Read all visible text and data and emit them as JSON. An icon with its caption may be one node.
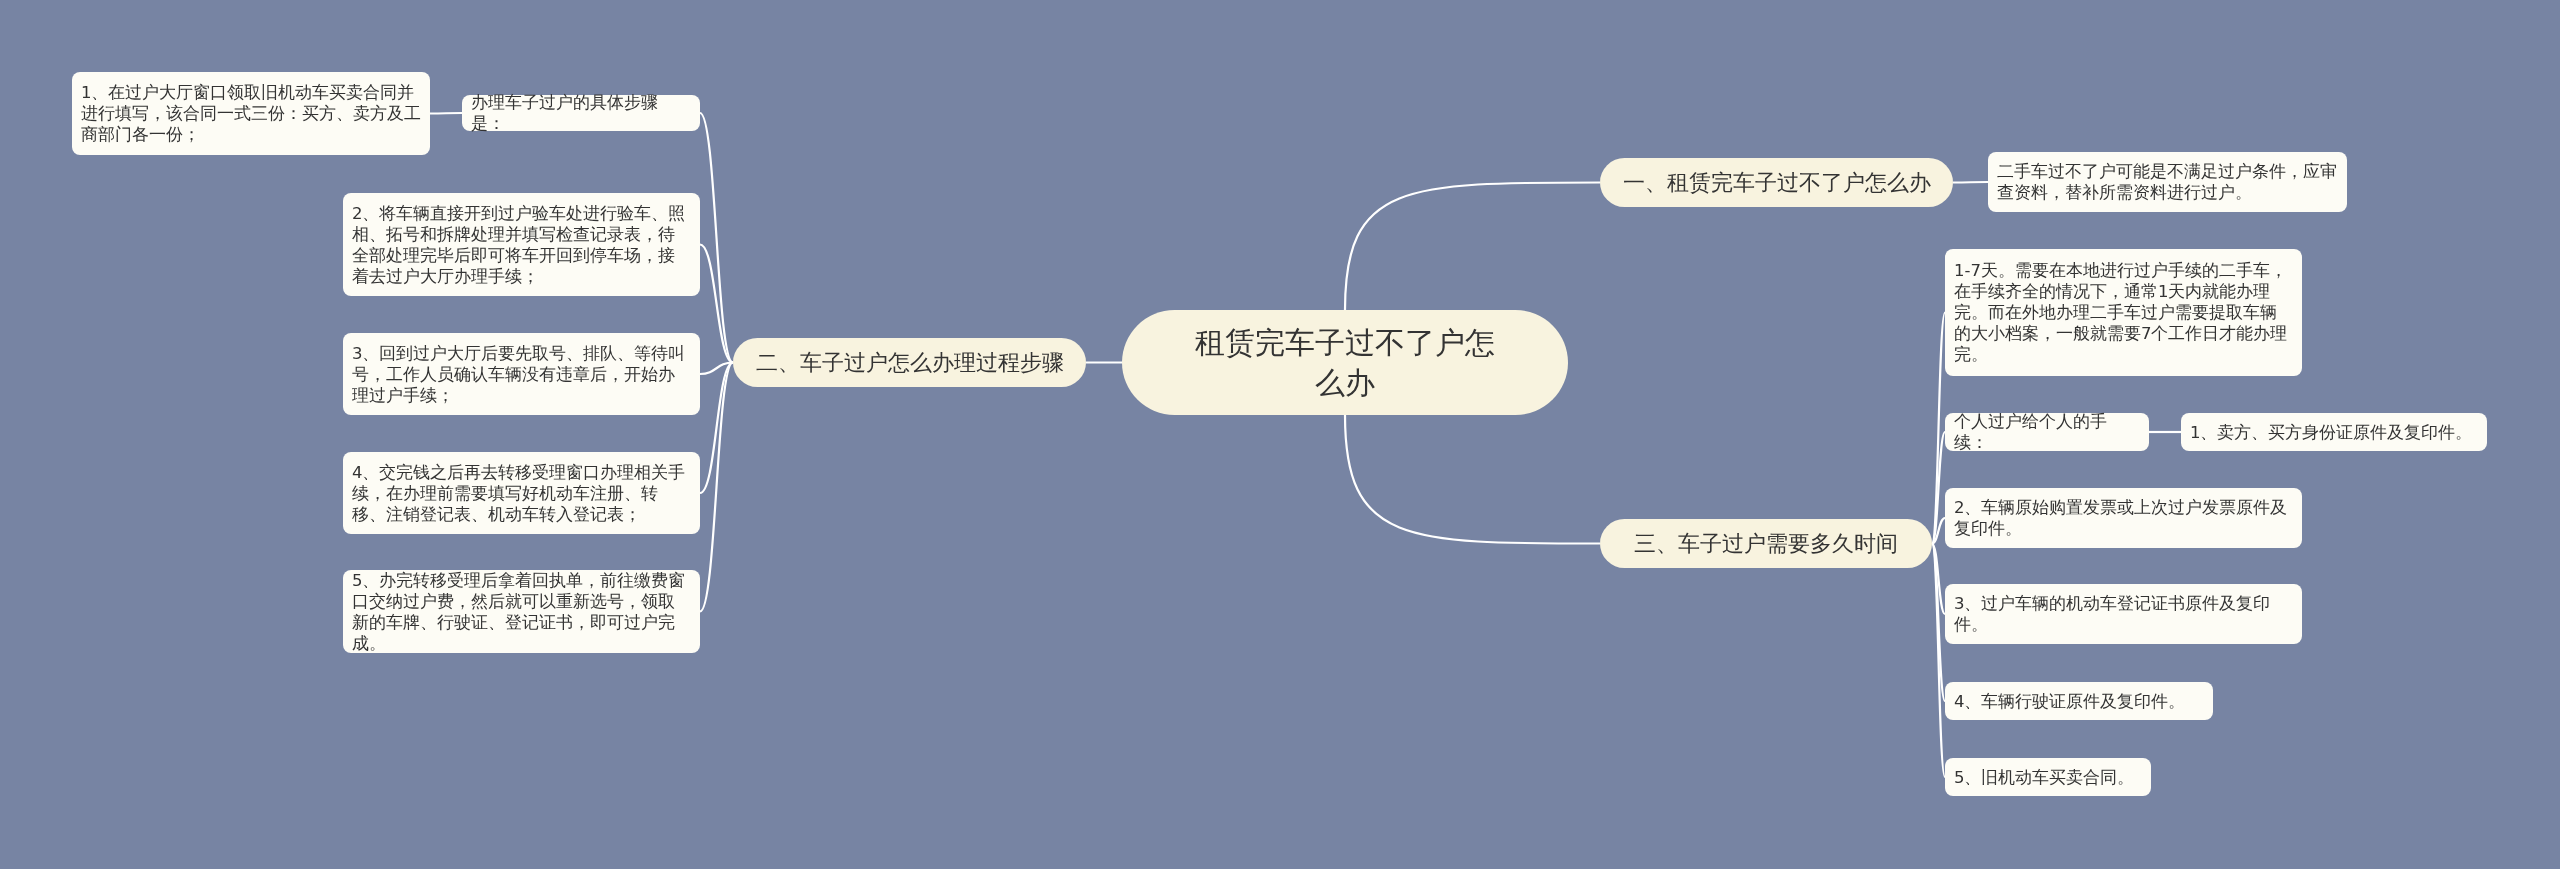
{
  "diagram": {
    "nodes": [
      {
        "text": [
          "租赁完车子过不了户怎么办"
        ]
      },
      {
        "text": [
          "一、租赁完车子过不了户怎么办"
        ]
      },
      {
        "text": [
          "二手车过不了户可能是不满足过户条件，应审查资料，替补所需资料进行过户。"
        ]
      },
      {
        "text": [
          "二、车子过户怎么办理过程步骤"
        ]
      },
      {
        "text": [
          "办理车子过户的具体步骤是："
        ]
      },
      {
        "text": [
          "1、在过户大厅窗口领取旧机动车买卖合同并进行填写，该合同一式三份：买方、卖方及工商部门各一份；"
        ]
      },
      {
        "text": [
          "2、将车辆直接开到过户验车处进行验车、照相、拓号和拆牌处理并填写检查记录表，待全部处理完毕后即可将车开回到停车场，接着去过户大厅办理手续；"
        ]
      },
      {
        "text": [
          "3、回到过户大厅后要先取号、排队、等待叫号，工作人员确认车辆没有违章后，开始办理过户手续；"
        ]
      },
      {
        "text": [
          "4、交完钱之后再去转移受理窗口办理相关手续，在办理前需要填写好机动车注册、转移、注销登记表、机动车转入登记表；"
        ]
      },
      {
        "text": [
          "5、办完转移受理后拿着回执单，前往缴费窗口交纳过户费，然后就可以重新选号，领取新的车牌、行驶证、登记证书，即可过户完成。"
        ]
      },
      {
        "text": [
          "三、车子过户需要多久时间"
        ]
      },
      {
        "text": [
          "1-7天。需要在本地进行过户手续的二手车，在手续齐全的情况下，通常1天内就能办理完。而在外地办理二手车过户需要提取车辆的大小档案，一般就需要7个工作日才能办理完。"
        ]
      },
      {
        "text": [
          "个人过户给个人的手续："
        ]
      },
      {
        "text": [
          "1、卖方、买方身份证原件及复印件。"
        ]
      },
      {
        "text": [
          "2、车辆原始购置发票或上次过户发票原件及复印件。"
        ]
      },
      {
        "text": [
          "3、过户车辆的机动车登记证书原件及复印件。"
        ]
      },
      {
        "text": [
          "4、车辆行驶证原件及复印件。"
        ]
      },
      {
        "text": [
          "5、旧机动车买卖合同。"
        ]
      }
    ],
    "edges": [
      {
        "from": 0,
        "to": 1,
        "arrow": "none"
      },
      {
        "from": 1,
        "to": 2,
        "arrow": "none"
      },
      {
        "from": 0,
        "to": 3,
        "arrow": "none"
      },
      {
        "from": 3,
        "to": 4,
        "arrow": "none"
      },
      {
        "from": 4,
        "to": 5,
        "arrow": "none"
      },
      {
        "from": 3,
        "to": 6,
        "arrow": "none"
      },
      {
        "from": 3,
        "to": 7,
        "arrow": "none"
      },
      {
        "from": 3,
        "to": 8,
        "arrow": "none"
      },
      {
        "from": 3,
        "to": 9,
        "arrow": "none"
      },
      {
        "from": 0,
        "to": 10,
        "arrow": "none"
      },
      {
        "from": 10,
        "to": 11,
        "arrow": "none"
      },
      {
        "from": 10,
        "to": 12,
        "arrow": "none"
      },
      {
        "from": 12,
        "to": 13,
        "arrow": "none"
      },
      {
        "from": 10,
        "to": 14,
        "arrow": "none"
      },
      {
        "from": 10,
        "to": 15,
        "arrow": "none"
      },
      {
        "from": 10,
        "to": 16,
        "arrow": "none"
      },
      {
        "from": 10,
        "to": 17,
        "arrow": "none"
      }
    ]
  }
}
